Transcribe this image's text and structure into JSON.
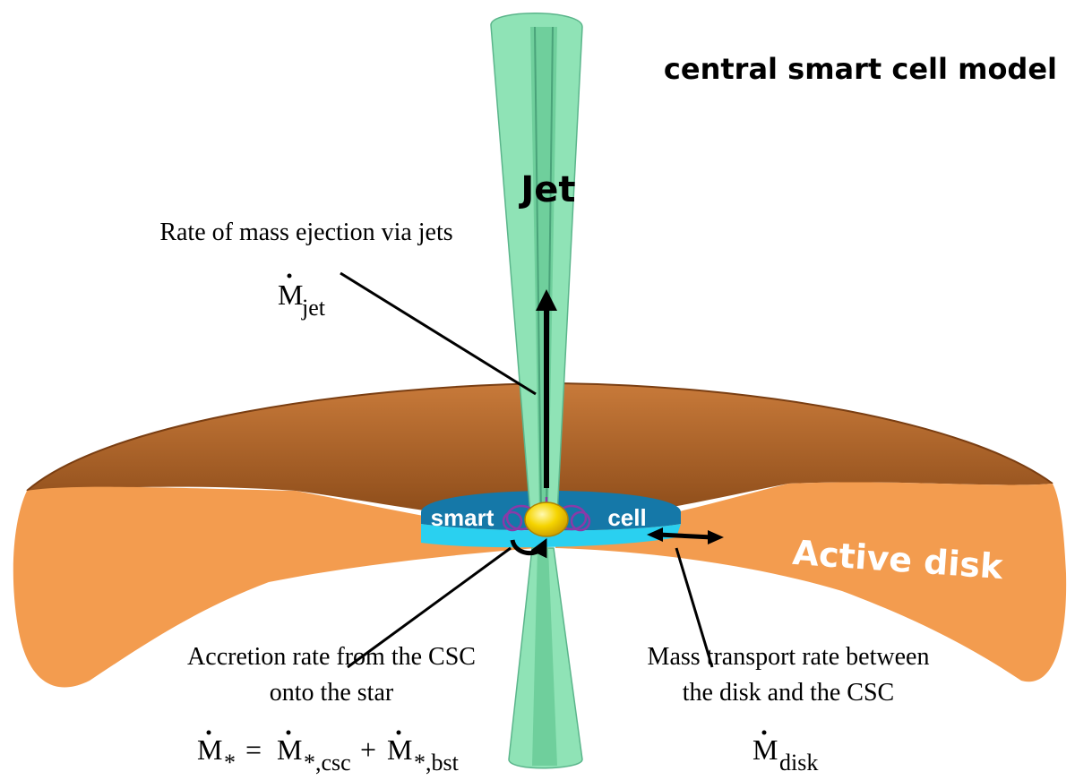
{
  "title": "central smart cell model",
  "labels": {
    "jet": "Jet",
    "active_disk": "Active disk",
    "smart": "smart",
    "cell": "cell"
  },
  "annotations": {
    "jet_rate_caption": "Rate of mass ejection via jets",
    "jet_rate_symbol": "M",
    "jet_rate_sub": "jet",
    "accretion_line1": "Accretion rate from the CSC",
    "accretion_line2": "onto the star",
    "accretion_M1": "M",
    "accretion_sub1": "*",
    "accretion_eq": "=",
    "accretion_M2": "M",
    "accretion_sub2": "*,csc",
    "accretion_plus": "+",
    "accretion_M3": "M",
    "accretion_sub3": "*,bst",
    "transport_line1": "Mass transport rate between",
    "transport_line2": "the disk and the CSC",
    "transport_symbol": "M",
    "transport_sub": "disk"
  },
  "colors": {
    "disk_back": "#b8652a",
    "disk_front": "#f39c4f",
    "jet": "#8fe3b6",
    "cell_dark": "#1578a8",
    "cell_light": "#2ad0f0",
    "star": "#f5d400"
  }
}
